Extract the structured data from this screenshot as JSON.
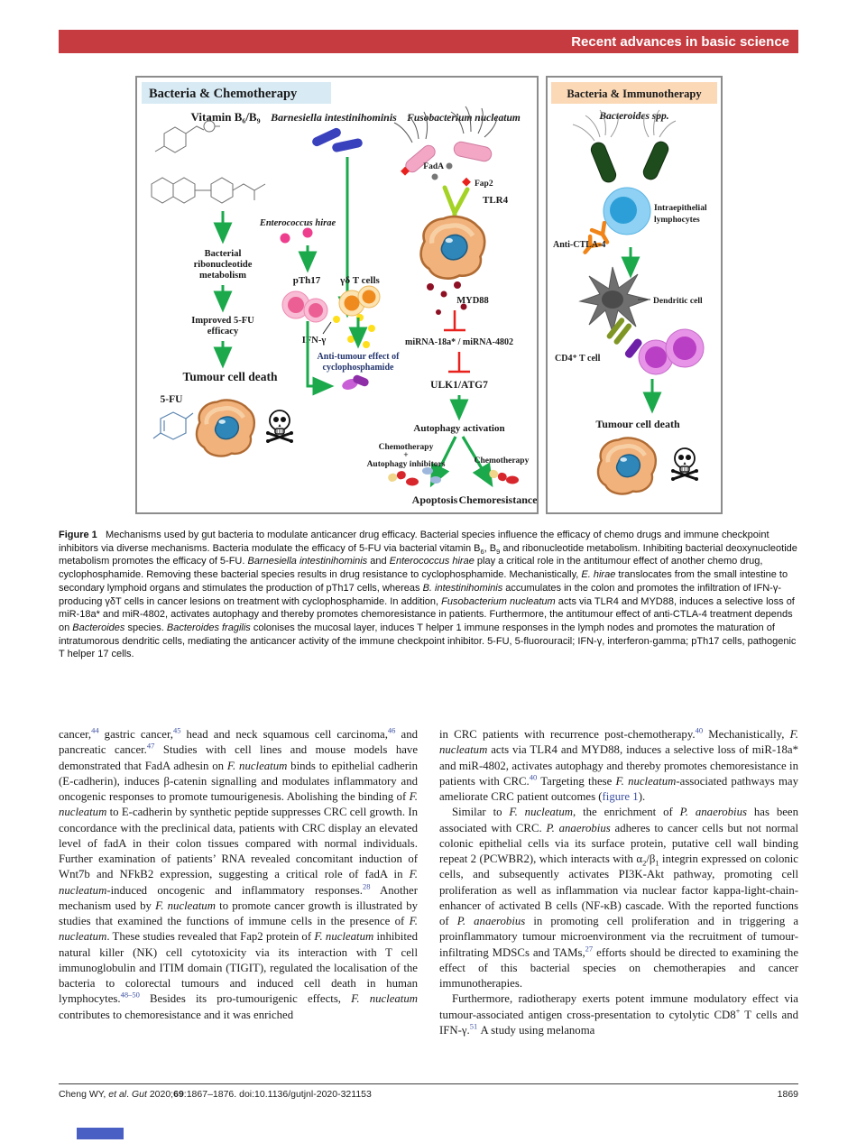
{
  "colors": {
    "banner_red": "#c63b40",
    "chemo_band_blue": "#d8eaf4",
    "immuno_band_peach": "#fbd9b7",
    "arrow_green": "#1ba94c",
    "inhibit_red": "#e8211d",
    "reference_blue": "#3c50a2"
  },
  "banner": {
    "title": "Recent advances in basic science"
  },
  "figure": {
    "chemo": {
      "title": "Bacteria & Chemotherapy",
      "vitamin_heading": "Vitamin B₆/B₉",
      "barnesiella_heading": "Barnesiella intestinihominis",
      "fusobacterium_heading": "Fusobacterium nucleatum",
      "bacterial_ribo": [
        "Bacterial",
        "ribonucleotide",
        "metabolism"
      ],
      "improved_5fu": [
        "Improved 5-FU",
        "efficacy"
      ],
      "tumour_cell_death": "Tumour cell death",
      "five_fu": "5-FU",
      "enterococcus": "Enterococcus hirae",
      "pth17": "pTh17",
      "gd_t_cells": "γδ T cells",
      "ifn_gamma": "IFN-γ",
      "anti_tumour_effect": [
        "Anti-tumour effect of",
        "cyclophosphamide"
      ],
      "fada": "FadA",
      "fap2": "Fap2",
      "tlr4": "TLR4",
      "myd88": "MYD88",
      "mirna": "miRNA-18a* / miRNA-4802",
      "ulk1_atg7": "ULK1/ATG7",
      "autophagy_activation": "Autophagy activation",
      "chemo_plus_inhibitors": [
        "Chemotherapy",
        "+",
        "Autophagy inhibitors"
      ],
      "chemotherapy": "Chemotherapy",
      "apoptosis": "Apoptosis",
      "chemoresistance": "Chemoresistance"
    },
    "immuno": {
      "title": "Bacteria & Immunotherapy",
      "bacteroides": "Bacteroides spp.",
      "iel": [
        "Intraepithelial",
        "lymphocytes"
      ],
      "anti_ctla4": "Anti-CTLA-4",
      "dendritic": "Dendritic cell",
      "cd4_t_cell": "CD4⁺ T cell",
      "tumour_cell_death": "Tumour cell death"
    },
    "caption_html": "<b>Figure 1</b>&nbsp;&nbsp;&nbsp;Mechanisms used by gut bacteria to modulate anticancer drug efficacy. Bacterial species influence the efficacy of chemo drugs and immune checkpoint inhibitors via diverse mechanisms. Bacteria modulate the efficacy of 5-FU via bacterial vitamin B<sub>6</sub>, B<sub>9</sub> and ribonucleotide metabolism. Inhibiting bacterial deoxynucleotide metabolism promotes the efficacy of 5-FU. <i>Barnesiella intestinihominis</i> and <i>Enterococcus hirae</i> play a critical role in the antitumour effect of another chemo drug, cyclophosphamide. Removing these bacterial species results in drug resistance to cyclophosphamide. Mechanistically, <i>E. hirae</i> translocates from the small intestine to secondary lymphoid organs and stimulates the production of pTh17 cells, whereas <i>B. intestinihominis</i> accumulates in the colon and promotes the infiltration of IFN-γ-producing γδT cells in cancer lesions on treatment with cyclophosphamide. In addition, <i>Fusobacterium nucleatum</i> acts via TLR4 and MYD88, induces a selective loss of miR-18a* and miR-4802, activates autophagy and thereby promotes chemoresistance in patients. Furthermore, the antitumour effect of anti-CTLA-4 treatment depends on <i>Bacteroides</i> species. <i>Bacteroides fragilis</i> colonises the mucosal layer, induces T helper 1 immune responses in the lymph nodes and promotes the maturation of intratumorous dendritic cells, mediating the anticancer activity of the immune checkpoint inhibitor. 5-FU, 5-fluorouracil; IFN-γ, interferon-gamma; pTh17 cells, pathogenic T helper 17 cells."
  },
  "article": {
    "left_col_html": "cancer,<sup class=ref>44</sup> gastric cancer,<sup class=ref>45</sup> head and neck squamous cell carcinoma,<sup class=ref>46</sup> and pancreatic cancer.<sup class=ref>47</sup> Studies with cell lines and mouse models have demonstrated that FadA adhesin on <i>F. nucleatum</i> binds to epithelial cadherin (E-cadherin), induces β-catenin signalling and modulates inflammatory and oncogenic responses to promote tumourigenesis. Abolishing the binding of <i>F. nucleatum</i> to E-cadherin by synthetic peptide suppresses CRC cell growth. In concordance with the preclinical data, patients with CRC display an elevated level of fadA in their colon tissues compared with normal individuals. Further examination of patients’ RNA revealed concomitant induction of Wnt7b and NFkB2 expression, suggesting a critical role of fadA in <i>F. nucleatum</i>-induced oncogenic and inflammatory responses.<sup class=ref>28</sup> Another mechanism used by <i>F. nucleatum</i> to promote cancer growth is illustrated by studies that examined the functions of immune cells in the presence of <i>F. nucleatum</i>. These studies revealed that Fap2 protein of <i>F. nucleatum</i> inhibited natural killer (NK) cell cytotoxicity via its interaction with T cell immunoglobulin and ITIM domain (TIGIT), regulated the localisation of the bacteria to colorectal tumours and induced cell death in human lymphocytes.<sup class=ref>48–50</sup> Besides its pro-tumourigenic effects, <i>F. nucleatum</i> contributes to chemoresistance and it was enriched",
    "right_col_p1_html": "in CRC patients with recurrence post-chemotherapy.<sup class=ref>40</sup> Mechanistically, <i>F. nucleatum</i> acts via TLR4 and MYD88, induces a selective loss of miR-18a* and miR-4802, activates autophagy and thereby promotes chemoresistance in patients with CRC.<sup class=ref>40</sup> Targeting these <i>F. nucleatum</i>-associated pathways may ameliorate CRC patient outcomes (<span class=link data-name=figure-1-link data-interactable=true>figure 1</span>).",
    "right_col_p2_html": "Similar to <i>F. nucleatum</i>, the enrichment of <i>P. anaerobius</i> has been associated with CRC. <i>P. anaerobius</i> adheres to cancer cells but not normal colonic epithelial cells via its surface protein, putative cell wall binding repeat 2 (PCWBR2), which interacts with α<sub>2</sub>/β<sub>1</sub> integrin expressed on colonic cells, and subsequently activates PI3K-Akt pathway, promoting cell proliferation as well as inflammation via nuclear factor kappa-light-chain-enhancer of activated B cells (NF-κB) cascade. With the reported functions of <i>P. anaerobius</i> in promoting cell proliferation and in triggering a proinflammatory tumour microenvironment via the recruitment of tumour-infiltrating MDSCs and TAMs,<sup class=ref>27</sup> efforts should be directed to examining the effect of this bacterial species on chemotherapies and cancer immunotherapies.",
    "right_col_p3_html": "Furthermore, radiotherapy exerts potent immune modulatory effect via tumour-associated antigen cross-presentation to cytolytic CD8<sup>+</sup> T cells and IFN-γ.<sup class=ref>51</sup> A study using melanoma"
  },
  "footer": {
    "citation_html": "Cheng WY, <i>et al</i>. <i>Gut</i> 2020;<b>69</b>:1867–1876. doi:10.1136/gutjnl-2020-321153",
    "page_number": "1869"
  }
}
